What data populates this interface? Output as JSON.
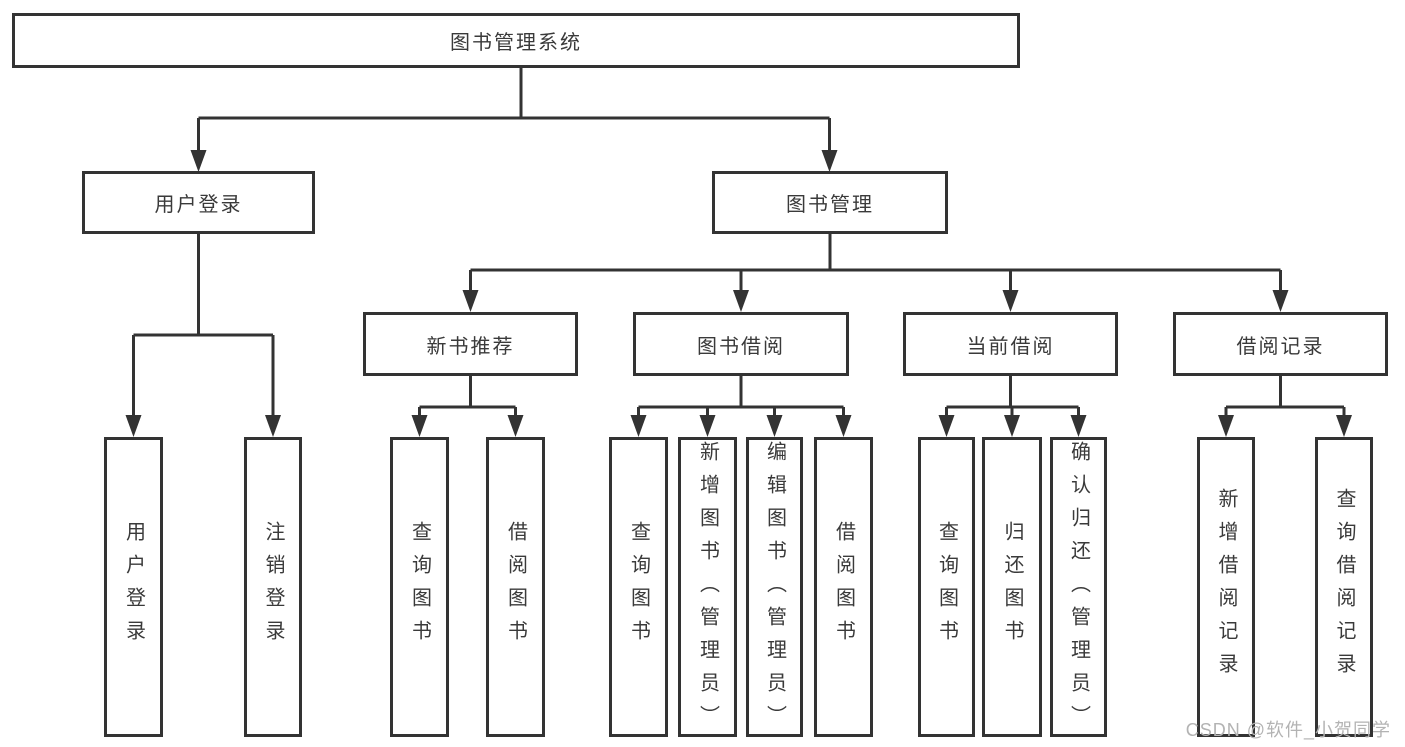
{
  "diagram": {
    "root": {
      "label": "图书管理系统"
    },
    "branches": [
      {
        "label": "用户登录",
        "children": [
          {
            "label": "用户登录"
          },
          {
            "label": "注销登录"
          }
        ]
      },
      {
        "label": "图书管理",
        "children": [
          {
            "label": "新书推荐",
            "children": [
              {
                "label": "查询图书"
              },
              {
                "label": "借阅图书"
              }
            ]
          },
          {
            "label": "图书借阅",
            "children": [
              {
                "label": "查询图书"
              },
              {
                "label": "新增图书（管理员）"
              },
              {
                "label": "编辑图书（管理员）"
              },
              {
                "label": "借阅图书"
              }
            ]
          },
          {
            "label": "当前借阅",
            "children": [
              {
                "label": "查询图书"
              },
              {
                "label": "归还图书"
              },
              {
                "label": "确认归还（管理员）"
              }
            ]
          },
          {
            "label": "借阅记录",
            "children": [
              {
                "label": "新增借阅记录"
              },
              {
                "label": "查询借阅记录"
              }
            ]
          }
        ]
      }
    ]
  },
  "watermark": {
    "text": "CSDN @软件_小贺同学"
  },
  "colors": {
    "line": "#333333",
    "box_border": "#333333",
    "box_fill": "#ffffff",
    "text": "#3a3a3a",
    "watermark": "#b3b3b3"
  }
}
